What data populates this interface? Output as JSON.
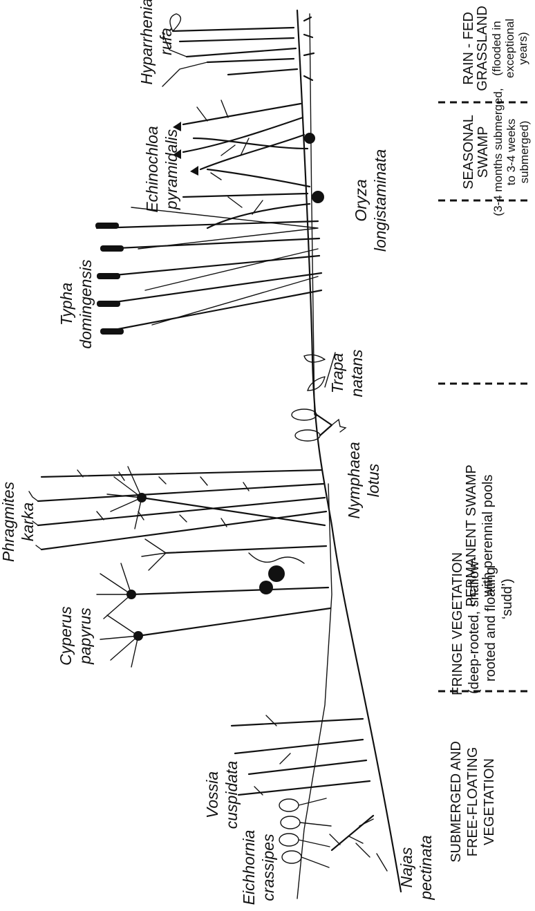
{
  "species": [
    {
      "id": "hyparrhenia",
      "line1": "Hyparrhenia",
      "line2": "rufa"
    },
    {
      "id": "echinochloa",
      "line1": "Echinochloa",
      "line2": "pyramidalis"
    },
    {
      "id": "oryza",
      "line1": "Oryza",
      "line2": "longistaminata"
    },
    {
      "id": "typha",
      "line1": "Typha",
      "line2": "domingensis"
    },
    {
      "id": "trapa",
      "line1": "Trapa",
      "line2": "natans"
    },
    {
      "id": "nymphaea",
      "line1": "Nymphaea",
      "line2": "lotus"
    },
    {
      "id": "phragmites",
      "line1": "Phragmites",
      "line2": "karka"
    },
    {
      "id": "cyperus",
      "line1": "Cyperus",
      "line2": "papyrus"
    },
    {
      "id": "vossia",
      "line1": "Vossia",
      "line2": "cuspidata"
    },
    {
      "id": "najas",
      "line1": "Najas",
      "line2": "pectinata"
    },
    {
      "id": "eichhornia",
      "line1": "Eichhornia",
      "line2": "crassipes"
    }
  ],
  "zones": [
    {
      "id": "rain-fed",
      "lines": [
        "RAIN - FED",
        "GRASSLAND",
        "(flooded in",
        "exceptional",
        "years)"
      ]
    },
    {
      "id": "seasonal",
      "lines": [
        "SEASONAL",
        "SWAMP",
        "(3-4 months submerged,",
        "to 3-4 weeks",
        "submerged)"
      ]
    },
    {
      "id": "permanent",
      "lines": [
        "PERMANENT SWAMP",
        "with perennial pools"
      ]
    },
    {
      "id": "fringe",
      "lines": [
        "FRINGE VEGETATION",
        "(deep-rooted, shallow-",
        "rooted and floating",
        "‘sudd’)"
      ]
    },
    {
      "id": "submerged",
      "lines": [
        "SUBMERGED AND",
        "FREE-FLOATING",
        "VEGETATION"
      ]
    }
  ]
}
